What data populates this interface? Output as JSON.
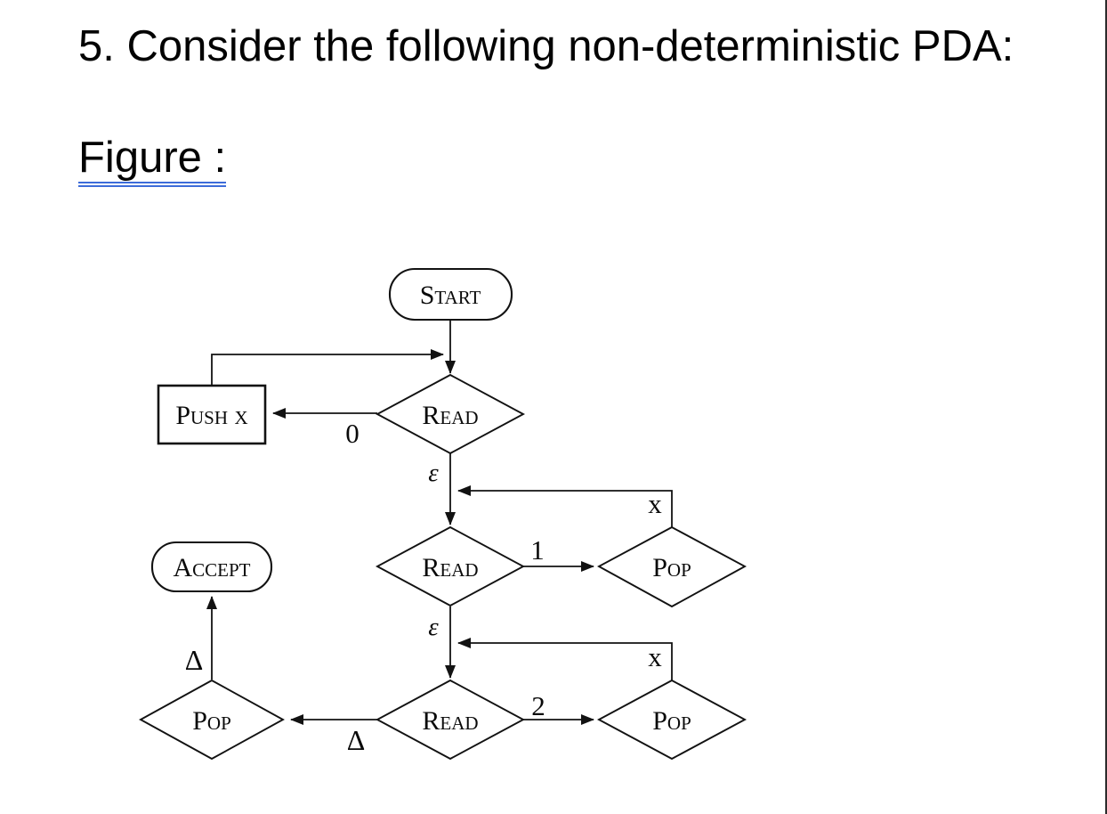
{
  "header": {
    "question_title": "5. Consider the following non-deterministic PDA:",
    "figure_label": "Figure :"
  },
  "colors": {
    "page_background": "#ffffff",
    "text": "#030303",
    "figure_underline_blue": "#3d6cd9",
    "diagram_line": "#121212",
    "right_edge_border": "#2b2b2b"
  },
  "diagram": {
    "type": "flowchart-pda",
    "nodes": {
      "start": {
        "shape": "rounded-terminal",
        "label": "Start"
      },
      "push_x": {
        "shape": "rectangle",
        "label": "Push x"
      },
      "read_1": {
        "shape": "diamond",
        "label": "Read"
      },
      "read_2": {
        "shape": "diamond",
        "label": "Read"
      },
      "pop_mid": {
        "shape": "diamond",
        "label": "Pop"
      },
      "accept": {
        "shape": "rounded-terminal",
        "label": "Accept"
      },
      "pop_bottom_left": {
        "shape": "diamond",
        "label": "Pop"
      },
      "read_3": {
        "shape": "diamond",
        "label": "Read"
      },
      "pop_bottom_right": {
        "shape": "diamond",
        "label": "Pop"
      }
    },
    "edges": [
      {
        "from": "start",
        "to": "read_1",
        "label": ""
      },
      {
        "from": "push_x",
        "to": "read_1",
        "label": ""
      },
      {
        "from": "read_1",
        "to": "push_x",
        "label": "0"
      },
      {
        "from": "read_1",
        "to": "read_2",
        "label": "ε"
      },
      {
        "from": "pop_mid",
        "to": "read_2",
        "label": "x"
      },
      {
        "from": "read_2",
        "to": "pop_mid",
        "label": "1"
      },
      {
        "from": "read_2",
        "to": "read_3",
        "label": "ε"
      },
      {
        "from": "pop_bottom_right",
        "to": "read_3",
        "label": "x"
      },
      {
        "from": "read_3",
        "to": "pop_bottom_right",
        "label": "2"
      },
      {
        "from": "read_3",
        "to": "pop_bottom_left",
        "label": "Δ"
      },
      {
        "from": "pop_bottom_left",
        "to": "accept",
        "label": "Δ"
      }
    ]
  }
}
